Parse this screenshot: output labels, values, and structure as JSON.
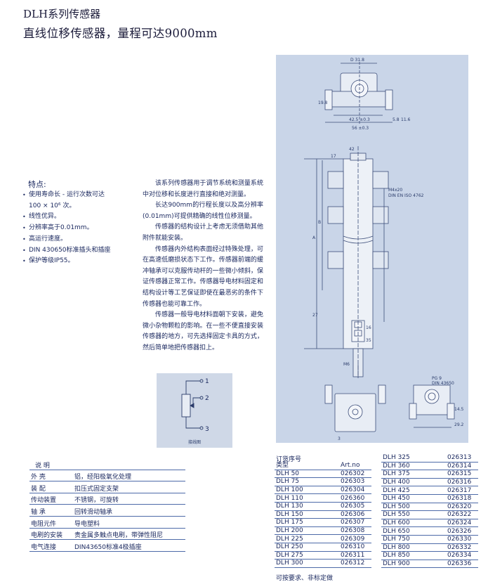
{
  "header": {
    "series_title": "DLH系列传感器",
    "subtitle": "直线位移传感器，量程可达9000mm"
  },
  "features": {
    "title": "特点:",
    "items": [
      "使用寿命长 - 运行次数可达",
      "100 × 10⁶ 次。",
      "线性优异。",
      "分辨率高于0.01mm。",
      "高运行速度。",
      "DIN 430650标准插头和插座",
      "保护等级IP55。"
    ]
  },
  "description": {
    "paragraphs": [
      "该系列传感器用于调节系统和测量系统中对位移和长度进行直接和绝对测量。",
      "长达900mm的行程长度以及高分辨率(0.01mm)可提供精确的线性位移测量。",
      "传感器的结构设计上考虑无须借助其他附件就能安装。",
      "传感器内外结构表面经过特殊处理，可在高速低磨损状态下工作。传感器前端的缓冲轴承可以克服传动杆的一些微小倾斜，保证传感器正常工作。传感器导电材料固定和结构设计等工艺保证即使在最恶劣的条件下传感器也能可靠工作。",
      "传感器一般导电材料面朝下安装，避免微小杂物颗粒的影响。在一些不便直接安装传感器的地方，可先选择固定卡具的方式，然后简单地把传感器扣上。"
    ]
  },
  "wiring": {
    "caption": "接线图",
    "pins": [
      "1",
      "2",
      "3"
    ]
  },
  "drawing": {
    "dims_top": [
      "D 31.8",
      "19.8",
      "42.5 ±0.3",
      "56 ±0.3",
      "5.8",
      "11.6"
    ],
    "thread_note": [
      "M4x20",
      "DIN EN ISO 4762"
    ],
    "dims_side": [
      "17",
      "42",
      "A",
      "B",
      "27",
      "16",
      "35",
      "M6"
    ],
    "connector_note": [
      "PG 9",
      "DIN 43650"
    ],
    "bottom_dims": [
      "3",
      "14.5",
      "29.2"
    ]
  },
  "spec_table": {
    "title": "说  明",
    "rows": [
      {
        "k": "外  壳",
        "v": "铝，经阳极氧化处理"
      },
      {
        "k": "装  配",
        "v": "扣压式固定支架"
      },
      {
        "k": "传动装置",
        "v": "不锈钢，可旋转"
      },
      {
        "k": "轴  承",
        "v": "回转滑动轴承"
      },
      {
        "k": "电阻元件",
        "v": "导电塑料"
      },
      {
        "k": "电刷的安装",
        "v": "贵金属多触点电刷，带弹性阻尼"
      },
      {
        "k": "电气连接",
        "v": "DIN43650标准4极插座"
      }
    ]
  },
  "order": {
    "title": "订货序号",
    "header": {
      "model": "类型",
      "art": "Art.no"
    },
    "left": [
      [
        "DLH 50",
        "026302"
      ],
      [
        "DLH 75",
        "026303"
      ],
      [
        "DLH 100",
        "026304"
      ],
      [
        "DLH 110",
        "026360"
      ],
      [
        "DLH 130",
        "026305"
      ],
      [
        "DLH 150",
        "026306"
      ],
      [
        "DLH 175",
        "026307"
      ],
      [
        "DLH 200",
        "026308"
      ],
      [
        "DLH 225",
        "026309"
      ],
      [
        "DLH 250",
        "026310"
      ],
      [
        "DLH 275",
        "026311"
      ],
      [
        "DLH 300",
        "026312"
      ]
    ],
    "right": [
      [
        "DLH 325",
        "026313"
      ],
      [
        "DLH 360",
        "026314"
      ],
      [
        "DLH 375",
        "026315"
      ],
      [
        "DLH 400",
        "026316"
      ],
      [
        "DLH 425",
        "026317"
      ],
      [
        "DLH 450",
        "026318"
      ],
      [
        "DLH 500",
        "026320"
      ],
      [
        "DLH 550",
        "026322"
      ],
      [
        "DLH 600",
        "026324"
      ],
      [
        "DLH 650",
        "026326"
      ],
      [
        "DLH 750",
        "026330"
      ],
      [
        "DLH 800",
        "026332"
      ],
      [
        "DLH 850",
        "026334"
      ],
      [
        "DLH 900",
        "026336"
      ]
    ],
    "note": "可按要求、非标定做"
  },
  "colors": {
    "text": "#1c2a60",
    "drawing_bg": "#c9d5e8",
    "rule": "#4d6aa8"
  }
}
